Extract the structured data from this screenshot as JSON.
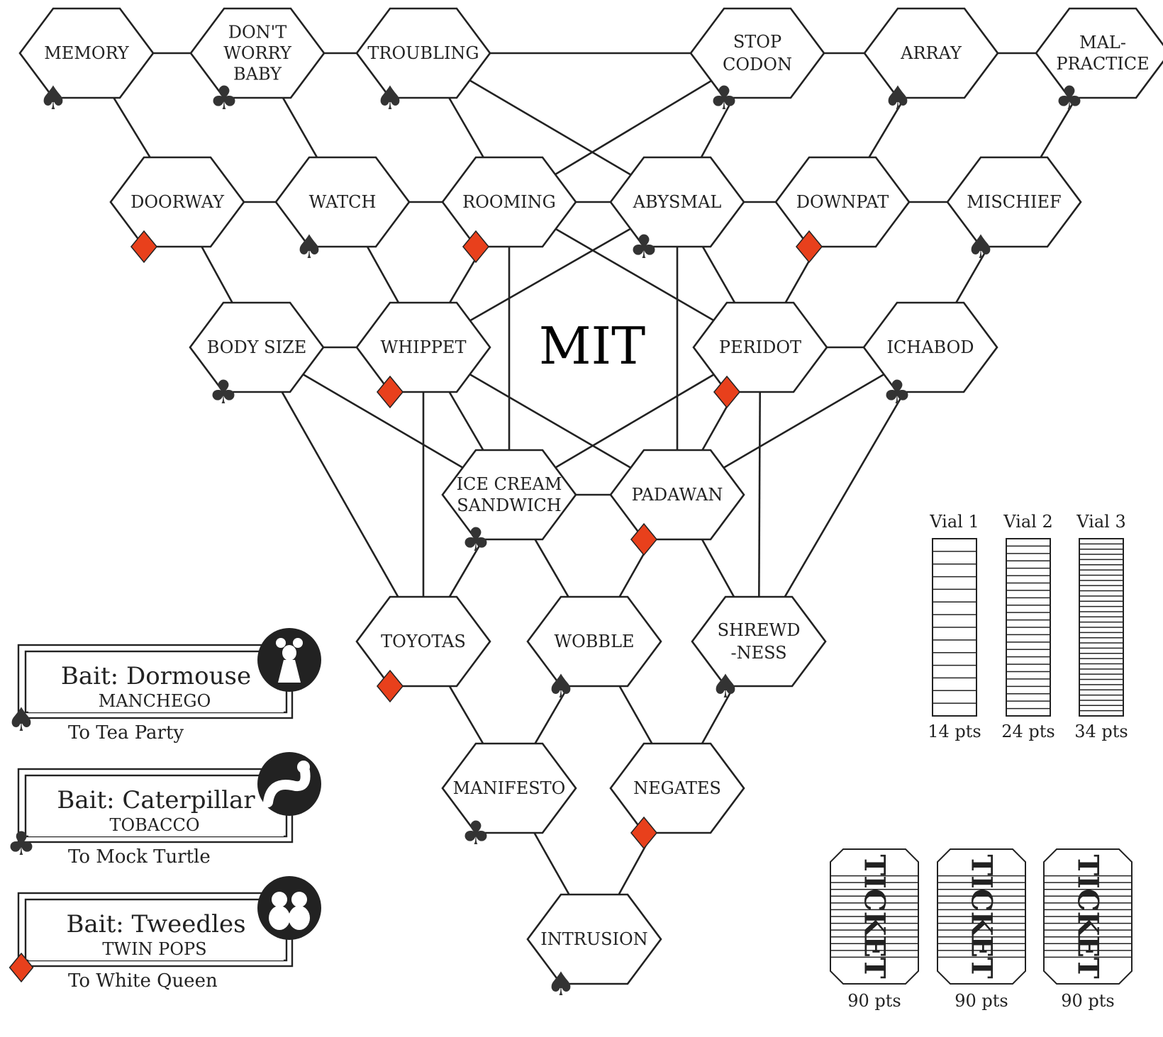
{
  "center_title": "MIT",
  "nodes": [
    {
      "id": "memory",
      "lines": [
        "MEMORY"
      ],
      "suit": "spade"
    },
    {
      "id": "dont-worry-baby",
      "lines": [
        "DON'T",
        "WORRY",
        "BABY"
      ],
      "suit": "club"
    },
    {
      "id": "troubling",
      "lines": [
        "TROUBLING"
      ],
      "suit": "spade"
    },
    {
      "id": "stop-codon",
      "lines": [
        "STOP",
        "CODON"
      ],
      "suit": "club"
    },
    {
      "id": "array",
      "lines": [
        "ARRAY"
      ],
      "suit": "spade"
    },
    {
      "id": "malpractice",
      "lines": [
        "MAL-",
        "PRACTICE"
      ],
      "suit": "club"
    },
    {
      "id": "doorway",
      "lines": [
        "DOORWAY"
      ],
      "suit": "diamond"
    },
    {
      "id": "watch",
      "lines": [
        "WATCH"
      ],
      "suit": "spade"
    },
    {
      "id": "rooming",
      "lines": [
        "ROOMING"
      ],
      "suit": "diamond"
    },
    {
      "id": "abysmal",
      "lines": [
        "ABYSMAL"
      ],
      "suit": "club"
    },
    {
      "id": "downpat",
      "lines": [
        "DOWNPAT"
      ],
      "suit": "diamond"
    },
    {
      "id": "mischief",
      "lines": [
        "MISCHIEF"
      ],
      "suit": "spade"
    },
    {
      "id": "body-size",
      "lines": [
        "BODY SIZE"
      ],
      "suit": "club"
    },
    {
      "id": "whippet",
      "lines": [
        "WHIPPET"
      ],
      "suit": "diamond"
    },
    {
      "id": "peridot",
      "lines": [
        "PERIDOT"
      ],
      "suit": "diamond"
    },
    {
      "id": "ichabod",
      "lines": [
        "ICHABOD"
      ],
      "suit": "club"
    },
    {
      "id": "ice-cream-sandwich",
      "lines": [
        "ICE CREAM",
        "SANDWICH"
      ],
      "suit": "club"
    },
    {
      "id": "padawan",
      "lines": [
        "PADAWAN"
      ],
      "suit": "diamond"
    },
    {
      "id": "toyotas",
      "lines": [
        "TOYOTAS"
      ],
      "suit": "diamond"
    },
    {
      "id": "wobble",
      "lines": [
        "WOBBLE"
      ],
      "suit": "spade"
    },
    {
      "id": "shrewdness",
      "lines": [
        "SHREWD",
        "-NESS"
      ],
      "suit": "spade"
    },
    {
      "id": "manifesto",
      "lines": [
        "MANIFESTO"
      ],
      "suit": "club"
    },
    {
      "id": "negates",
      "lines": [
        "NEGATES"
      ],
      "suit": "diamond"
    },
    {
      "id": "intrusion",
      "lines": [
        "INTRUSION"
      ],
      "suit": "spade"
    }
  ],
  "edges": [
    [
      "memory",
      "dont-worry-baby"
    ],
    [
      "dont-worry-baby",
      "troubling"
    ],
    [
      "troubling",
      "stop-codon"
    ],
    [
      "stop-codon",
      "array"
    ],
    [
      "array",
      "malpractice"
    ],
    [
      "memory",
      "doorway"
    ],
    [
      "dont-worry-baby",
      "watch"
    ],
    [
      "troubling",
      "rooming"
    ],
    [
      "troubling",
      "abysmal"
    ],
    [
      "stop-codon",
      "rooming"
    ],
    [
      "stop-codon",
      "abysmal"
    ],
    [
      "array",
      "downpat"
    ],
    [
      "malpractice",
      "mischief"
    ],
    [
      "doorway",
      "watch"
    ],
    [
      "watch",
      "rooming"
    ],
    [
      "rooming",
      "abysmal"
    ],
    [
      "abysmal",
      "downpat"
    ],
    [
      "downpat",
      "mischief"
    ],
    [
      "doorway",
      "body-size"
    ],
    [
      "watch",
      "whippet"
    ],
    [
      "rooming",
      "whippet"
    ],
    [
      "rooming",
      "peridot"
    ],
    [
      "abysmal",
      "whippet"
    ],
    [
      "abysmal",
      "peridot"
    ],
    [
      "downpat",
      "peridot"
    ],
    [
      "mischief",
      "ichabod"
    ],
    [
      "rooming",
      "ice-cream-sandwich"
    ],
    [
      "abysmal",
      "padawan"
    ],
    [
      "body-size",
      "whippet"
    ],
    [
      "peridot",
      "ichabod"
    ],
    [
      "body-size",
      "ice-cream-sandwich"
    ],
    [
      "whippet",
      "ice-cream-sandwich"
    ],
    [
      "whippet",
      "padawan"
    ],
    [
      "peridot",
      "ice-cream-sandwich"
    ],
    [
      "peridot",
      "padawan"
    ],
    [
      "ichabod",
      "padawan"
    ],
    [
      "body-size",
      "toyotas"
    ],
    [
      "whippet",
      "toyotas"
    ],
    [
      "peridot",
      "shrewdness"
    ],
    [
      "ichabod",
      "shrewdness"
    ],
    [
      "ice-cream-sandwich",
      "padawan"
    ],
    [
      "ice-cream-sandwich",
      "toyotas"
    ],
    [
      "ice-cream-sandwich",
      "wobble"
    ],
    [
      "padawan",
      "wobble"
    ],
    [
      "padawan",
      "shrewdness"
    ],
    [
      "toyotas",
      "manifesto"
    ],
    [
      "wobble",
      "manifesto"
    ],
    [
      "wobble",
      "negates"
    ],
    [
      "shrewdness",
      "negates"
    ],
    [
      "manifesto",
      "intrusion"
    ],
    [
      "negates",
      "intrusion"
    ]
  ],
  "baits": [
    {
      "title": "Bait: Dormouse",
      "item": "MANCHEGO",
      "destination": "To Tea Party",
      "suit": "spade",
      "icon": "dormouse-icon"
    },
    {
      "title": "Bait: Caterpillar",
      "item": "TOBACCO",
      "destination": "To Mock Turtle",
      "suit": "club",
      "icon": "caterpillar-icon"
    },
    {
      "title": "Bait: Tweedles",
      "item": "TWIN POPS",
      "destination": "To White Queen",
      "suit": "diamond",
      "icon": "tweedles-icon"
    }
  ],
  "vials": [
    {
      "label": "Vial 1",
      "points": "14 pts",
      "stripes": 14
    },
    {
      "label": "Vial 2",
      "points": "24 pts",
      "stripes": 24
    },
    {
      "label": "Vial 3",
      "points": "34 pts",
      "stripes": 34
    }
  ],
  "tickets": [
    {
      "text": "TICKET",
      "points": "90 pts"
    },
    {
      "text": "TICKET",
      "points": "90 pts"
    },
    {
      "text": "TICKET",
      "points": "90 pts"
    }
  ],
  "colors": {
    "diamond": "#e8401c",
    "ink": "#222222",
    "paper": "#ffffff",
    "frame": "#000000"
  }
}
